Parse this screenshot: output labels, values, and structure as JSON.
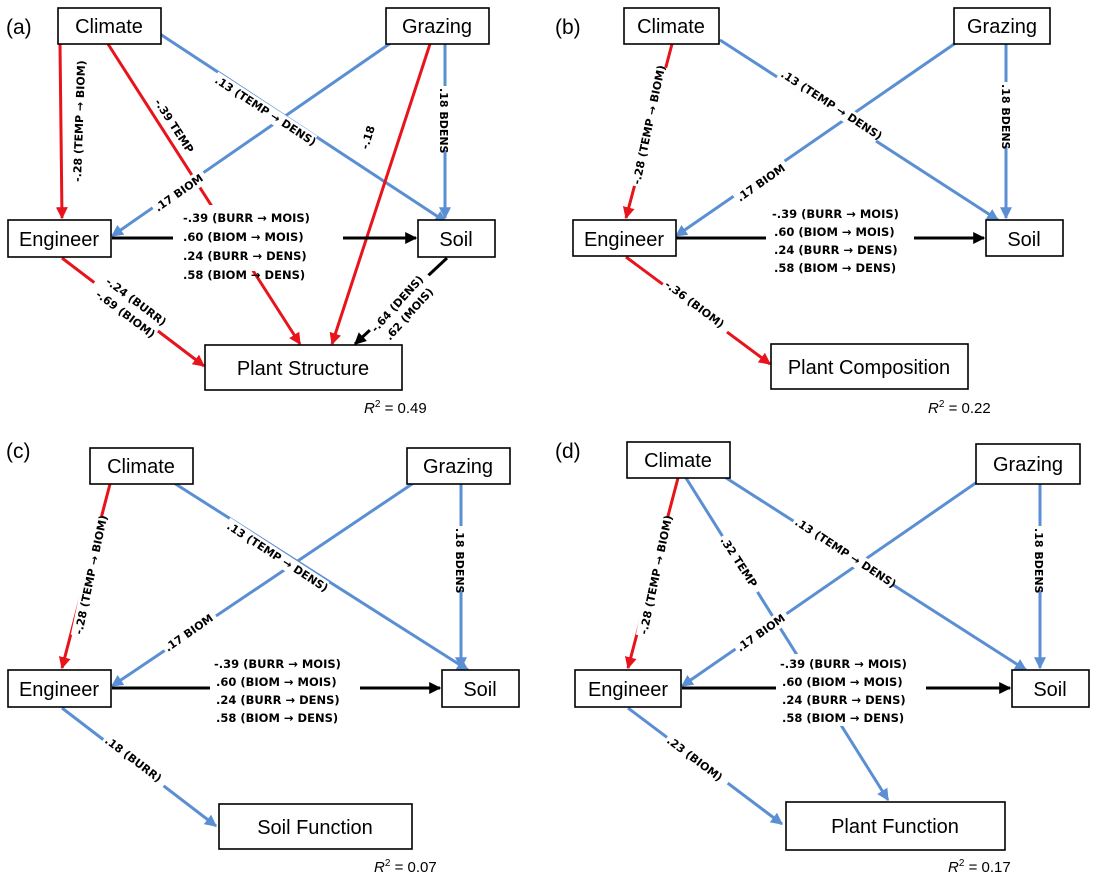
{
  "colors": {
    "positive": "#5b8fd3",
    "negative": "#e8141b",
    "neutral": "#000000"
  },
  "panels": [
    {
      "label": "(a)",
      "nodes": {
        "climate": "Climate",
        "grazing": "Grazing",
        "engineer": "Engineer",
        "soil": "Soil",
        "response": "Plant Structure"
      },
      "eng_soil": [
        ".39 (BURR → MOIS)",
        ".60 (BIOM → MOIS)",
        ".24 (BURR → DENS)",
        ".58 (BIOM → DENS)"
      ],
      "eng_soil_first_prefix": "-",
      "climate_engineer": "-.28 (TEMP → BIOM)",
      "climate_soil": ".13 (TEMP → DENS)",
      "grazing_engineer": ".17 BIOM",
      "grazing_soil": ".18 BDENS",
      "climate_response": "-.39 TEMP",
      "grazing_response": "-.18",
      "engineer_response": [
        "-.24 (BURR)",
        "-.69 (BIOM)"
      ],
      "soil_response": [
        "-.64 (DENS)",
        ".62 (MOIS)"
      ],
      "r2_value": "0.49"
    },
    {
      "label": "(b)",
      "nodes": {
        "climate": "Climate",
        "grazing": "Grazing",
        "engineer": "Engineer",
        "soil": "Soil",
        "response": "Plant Composition"
      },
      "eng_soil": [
        "-.39 (BURR → MOIS)",
        ".60 (BIOM → MOIS)",
        ".24 (BURR → DENS)",
        ".58 (BIOM → DENS)"
      ],
      "climate_engineer": "-.28 (TEMP → BIOM)",
      "climate_soil": ".13 (TEMP → DENS)",
      "grazing_engineer": ".17 BIOM",
      "grazing_soil": ".18 BDENS",
      "engineer_response": "-.36 (BIOM)",
      "r2_value": "0.22"
    },
    {
      "label": "(c)",
      "nodes": {
        "climate": "Climate",
        "grazing": "Grazing",
        "engineer": "Engineer",
        "soil": "Soil",
        "response": "Soil Function"
      },
      "eng_soil": [
        "-.39 (BURR → MOIS)",
        ".60 (BIOM → MOIS)",
        ".24 (BURR → DENS)",
        ".58 (BIOM → DENS)"
      ],
      "climate_engineer": "-.28 (TEMP → BIOM)",
      "climate_soil": ".13 (TEMP → DENS)",
      "grazing_engineer": ".17 BIOM",
      "grazing_soil": ".18 BDENS",
      "engineer_response": ".18 (BURR)",
      "r2_value": "0.07"
    },
    {
      "label": "(d)",
      "nodes": {
        "climate": "Climate",
        "grazing": "Grazing",
        "engineer": "Engineer",
        "soil": "Soil",
        "response": "Plant Function"
      },
      "eng_soil": [
        "-.39 (BURR → MOIS)",
        ".60 (BIOM → MOIS)",
        ".24 (BURR → DENS)",
        ".58 (BIOM → DENS)"
      ],
      "climate_engineer": "-.28 (TEMP → BIOM)",
      "climate_soil": ".13 (TEMP → DENS)",
      "grazing_engineer": ".17 BIOM",
      "grazing_soil": ".18 BDENS",
      "climate_response": ".32 TEMP",
      "engineer_response": ".23 (BIOM)",
      "r2_value": "0.17"
    }
  ]
}
